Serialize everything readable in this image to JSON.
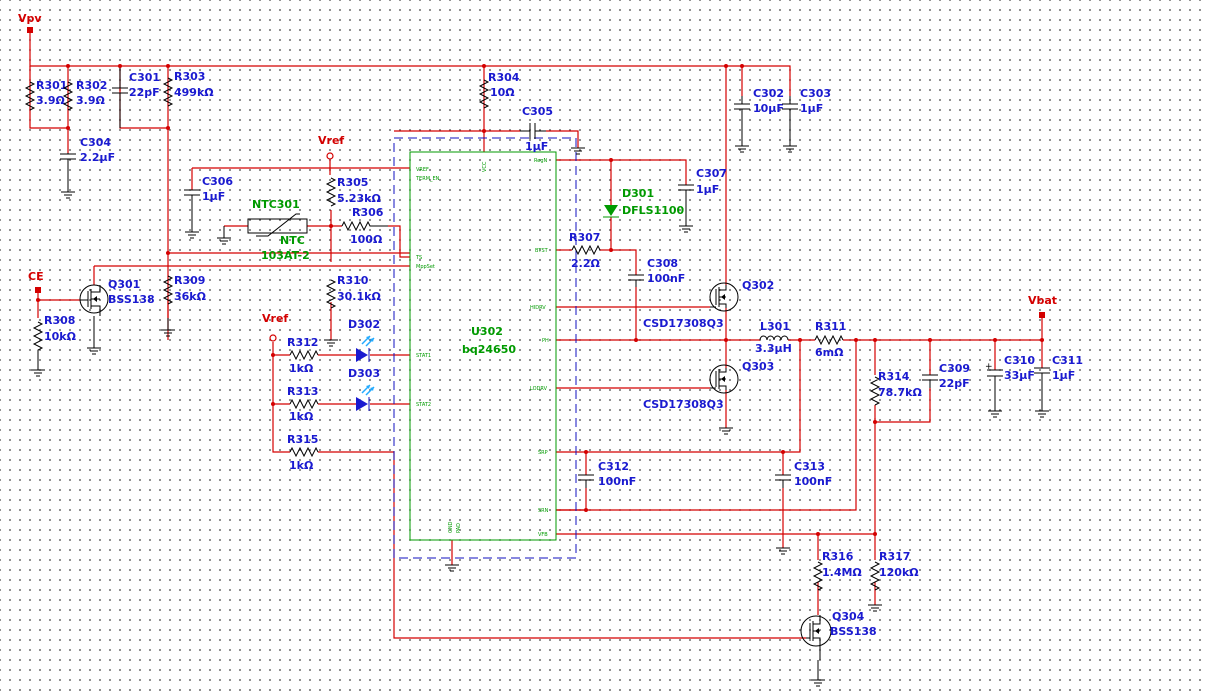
{
  "nets": {
    "vpv": "Vpv",
    "vref1": "Vref",
    "vref2": "Vref",
    "ce": "CE",
    "vbat": "Vbat"
  },
  "parts": {
    "R301": {
      "ref": "R301",
      "val": "3.9Ω"
    },
    "R302": {
      "ref": "R302",
      "val": "3.9Ω"
    },
    "C301": {
      "ref": "C301",
      "val": "22pF"
    },
    "R303": {
      "ref": "R303",
      "val": "499kΩ"
    },
    "C304": {
      "ref": "C304",
      "val": "2.2µF"
    },
    "R304": {
      "ref": "R304",
      "val": "10Ω"
    },
    "C305": {
      "ref": "C305",
      "val": "1µF"
    },
    "C302": {
      "ref": "C302",
      "val": "10µF"
    },
    "C303": {
      "ref": "C303",
      "val": "1µF"
    },
    "C306": {
      "ref": "C306",
      "val": "1µF"
    },
    "NTC301": {
      "ref": "NTC301",
      "val": "103AT-2",
      "tag": "NTC"
    },
    "R305": {
      "ref": "R305",
      "val": "5.23kΩ"
    },
    "R306": {
      "ref": "R306",
      "val": "100Ω"
    },
    "R309": {
      "ref": "R309",
      "val": "36kΩ"
    },
    "R310": {
      "ref": "R310",
      "val": "30.1kΩ"
    },
    "Q301": {
      "ref": "Q301",
      "val": "BSS138"
    },
    "R308": {
      "ref": "R308",
      "val": "10kΩ"
    },
    "R312": {
      "ref": "R312",
      "val": "1kΩ"
    },
    "R313": {
      "ref": "R313",
      "val": "1kΩ"
    },
    "R315": {
      "ref": "R315",
      "val": "1kΩ"
    },
    "D302": {
      "ref": "D302"
    },
    "D303": {
      "ref": "D303"
    },
    "U302": {
      "ref": "U302",
      "val": "bq24650"
    },
    "D301": {
      "ref": "D301",
      "val": "DFLS1100"
    },
    "C307": {
      "ref": "C307",
      "val": "1µF"
    },
    "R307": {
      "ref": "R307",
      "val": "2.2Ω"
    },
    "C308": {
      "ref": "C308",
      "val": "100nF"
    },
    "Q302": {
      "ref": "Q302",
      "val": "CSD17308Q3"
    },
    "Q303": {
      "ref": "Q303",
      "val": "CSD17308Q3"
    },
    "L301": {
      "ref": "L301",
      "val": "3.3µH"
    },
    "R311": {
      "ref": "R311",
      "val": "6mΩ"
    },
    "R314": {
      "ref": "R314",
      "val": "78.7kΩ"
    },
    "C309": {
      "ref": "C309",
      "val": "22pF"
    },
    "C310": {
      "ref": "C310",
      "val": "33µF"
    },
    "C311": {
      "ref": "C311",
      "val": "1µF"
    },
    "C312": {
      "ref": "C312",
      "val": "100nF"
    },
    "C313": {
      "ref": "C313",
      "val": "100nF"
    },
    "R316": {
      "ref": "R316",
      "val": "1.4MΩ"
    },
    "R317": {
      "ref": "R317",
      "val": "120kΩ"
    },
    "Q304": {
      "ref": "Q304",
      "val": "BSS138"
    }
  },
  "pins": {
    "vref": "VREF",
    "term": "TERM_EN",
    "ts": "TS",
    "mppset": "MppSet",
    "stat1": "STAT1",
    "stat2": "STAT2",
    "vcc": "VCC",
    "regn": "RegN",
    "bst": "BTST",
    "hidrv": "HIDRV",
    "ph": "PH",
    "lodrv": "LODRV",
    "srp": "SRP",
    "srn": "SRN",
    "vfb": "VFB",
    "gnd": "GND",
    "pad": "PAD"
  }
}
